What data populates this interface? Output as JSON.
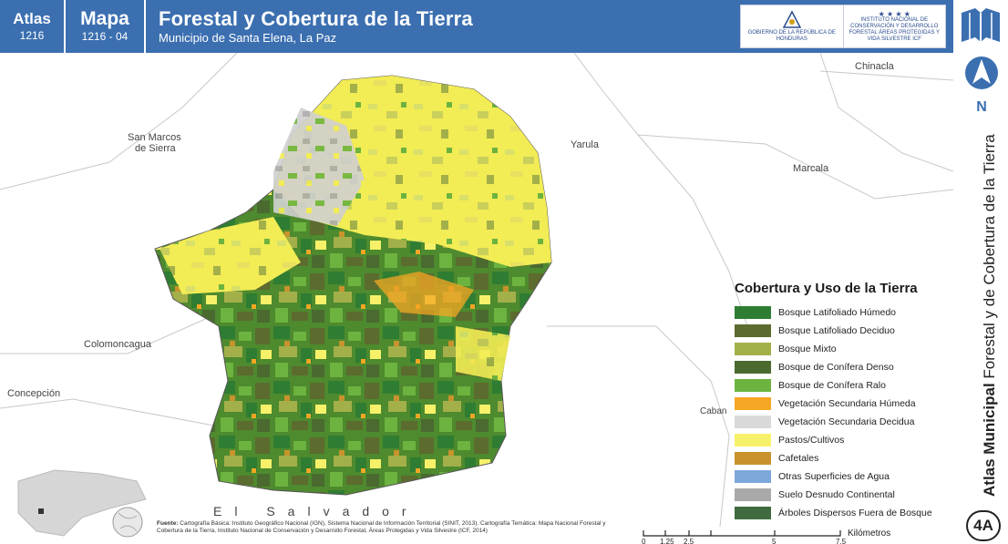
{
  "header": {
    "atlas_label": "Atlas",
    "atlas_code": "1216",
    "map_label": "Mapa",
    "map_code": "1216 - 04",
    "title": "Forestal y Cobertura de la Tierra",
    "subtitle": "Municipio de Santa Elena, La Paz",
    "logo_left": "GOBIERNO DE LA REPÚBLICA DE HONDURAS",
    "logo_right": "INSTITUTO NACIONAL DE CONSERVACIÓN Y DESARROLLO FORESTAL ÁREAS PROTEGIDAS Y VIDA SILVESTRE ICF"
  },
  "sidebar": {
    "north_label": "N",
    "vertical_title_bold": "Atlas Municipal",
    "vertical_title_rest": " Forestal y de Cobertura de la Tierra",
    "badge": "4A"
  },
  "places": [
    {
      "name": "Chinacla"
    },
    {
      "name": "San Marcos"
    },
    {
      "name": "de Sierra"
    },
    {
      "name": "Yarula"
    },
    {
      "name": "Marcala"
    },
    {
      "name": "Colomoncagua"
    },
    {
      "name": "Concepción"
    },
    {
      "name": "Caban"
    }
  ],
  "legend": {
    "title": "Cobertura y Uso de la Tierra",
    "items": [
      {
        "label": "Bosque Latifoliado Húmedo",
        "color": "#2e7d32"
      },
      {
        "label": "Bosque Latifoliado Deciduo",
        "color": "#5c6b2e"
      },
      {
        "label": "Bosque Mixto",
        "color": "#a3b04a"
      },
      {
        "label": "Bosque de Conífera Denso",
        "color": "#4a6a30"
      },
      {
        "label": "Bosque de Conífera Ralo",
        "color": "#6cb33f"
      },
      {
        "label": "Vegetación Secundaria Húmeda",
        "color": "#f5a623"
      },
      {
        "label": "Vegetación Secundaria Decidua",
        "color": "#d9d9d9"
      },
      {
        "label": "Pastos/Cultivos",
        "color": "#f7f16a"
      },
      {
        "label": "Cafetales",
        "color": "#c8932c"
      },
      {
        "label": "Otras Superficies de Agua",
        "color": "#7da7d9"
      },
      {
        "label": "Suelo Desnudo Continental",
        "color": "#a9a9a9"
      },
      {
        "label": "Árboles Dispersos Fuera de Bosque",
        "color": "#3f6b3f"
      }
    ]
  },
  "footer": {
    "country": "El Salvador",
    "fuente_label": "Fuente:",
    "fuente_text": "Cartografía Básica: Instituto Geográfico Nacional (IGN), Sistema Nacional de Información Territorial (SINIT, 2013). Cartografía Temática: Mapa Nacional Forestal y Cobertura de la Tierra, Instituto Nacional de Conservación y Desarrollo Forestal, Áreas Protegidas y Vida Silvestre (ICF, 2014)",
    "scale_ticks": [
      "0",
      "1.25",
      "2.5",
      "5",
      "7.5"
    ],
    "scale_unit": "Kilómetros"
  }
}
